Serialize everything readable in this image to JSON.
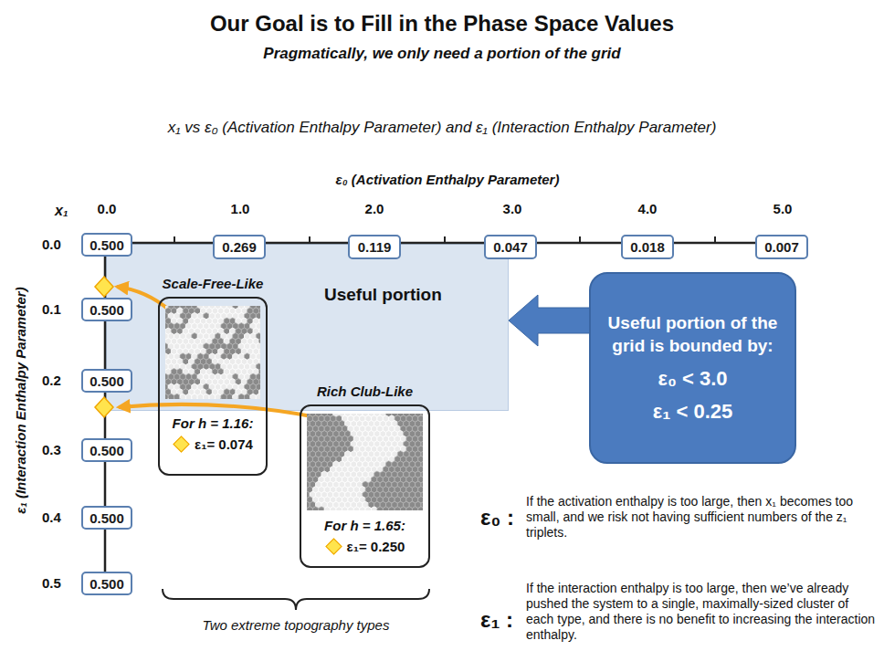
{
  "diagram": {
    "title": "Our Goal is to Fill in the Phase Space Values",
    "nodes": [
      {
        "text": [
          "0.500"
        ]
      },
      {
        "text": [
          "0.269"
        ]
      },
      {
        "text": [
          "0.119"
        ]
      },
      {
        "text": [
          "0.047"
        ]
      },
      {
        "text": [
          "0.018"
        ]
      },
      {
        "text": [
          "0.007"
        ]
      },
      {
        "text": [
          "Useful portion"
        ]
      },
      {
        "text": [
          "Useful portion of the grid is bounded by:",
          "ε₀ < 3.0",
          "ε₁ < 0.25"
        ]
      },
      {
        "text": [
          "0.500"
        ]
      },
      {
        "text": [
          "Scale-Free-Like",
          "For h = 1.16:",
          "ε₁= 0.074"
        ]
      },
      {
        "text": [
          "0.500"
        ]
      },
      {
        "text": [
          "Rich Club-Like",
          "For h = 1.65:",
          "ε₁= 0.250"
        ]
      },
      {
        "text": [
          "0.500"
        ]
      },
      {
        "text": [
          "0.500"
        ]
      },
      {
        "text": [
          "0.500"
        ]
      }
    ],
    "edges": [
      {
        "from": 7,
        "to": 6,
        "arrow": "to"
      }
    ],
    "labels": [
      "Pragmatically, we only need a portion of the grid",
      "x₁ vs ε₀ (Activation Enthalpy Parameter) and ε₁ (Interaction Enthalpy Parameter)",
      "ε₀ (Activation Enthalpy Parameter)",
      "x₁",
      "0.0",
      "1.0",
      "2.0",
      "3.0",
      "4.0",
      "5.0",
      "0.0",
      "0.1",
      "0.2",
      "0.3",
      "0.4",
      "0.5",
      "ε₁ (Interaction Enthalpy Parameter)",
      "Two extreme topography types",
      "ε₀ :",
      "If the activation enthalpy is too large, then x₁ becomes too small, and we risk not having sufficient numbers of the z₁ triplets.",
      "ε₁ :",
      "If the interaction enthalpy is too large, then we’ve already pushed the system to a single, maximally-sized cluster of each type, and there is no benefit to increasing the interaction enthalpy."
    ]
  }
}
